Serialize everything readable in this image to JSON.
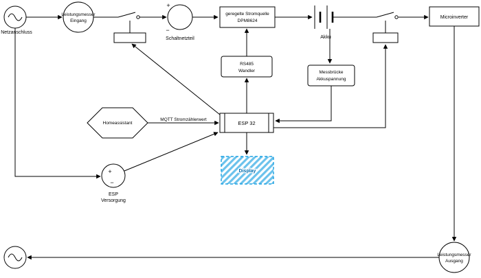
{
  "diagram": {
    "colors": {
      "line": "#000000",
      "node_fill": "#ffffff",
      "display_border": "#1ba1e2",
      "display_hatch": "#1ba1e2",
      "display_text": "#006EAF",
      "background": "#ffffff"
    },
    "nodes": {
      "netzanschluss": {
        "label": "Netzanschluss"
      },
      "leistungsmesser_eingang": {
        "line1": "Leistungsmesser",
        "line2": "Eingang"
      },
      "schaltnetzteil": {
        "label": "Schaltnetzteil",
        "plus": "+",
        "minus": "−"
      },
      "stromquelle": {
        "line1": "geregelte Stromquelle",
        "line2": "DPM8624"
      },
      "akku": {
        "label": "Akku"
      },
      "microinverter": {
        "label": "Microinverter"
      },
      "rs485": {
        "line1": "RS485",
        "line2": "Wandler"
      },
      "messbruecke": {
        "line1": "Messbrücke",
        "line2": "Akkuspannung"
      },
      "esp32": {
        "label": "ESP 32"
      },
      "homeassistant": {
        "label": "Homeassistant"
      },
      "display": {
        "label": "Display"
      },
      "esp_versorgung": {
        "line1": "ESP",
        "line2": "Versorgung",
        "plus": "+",
        "minus": "−"
      },
      "leistungsmesser_ausgang": {
        "line1": "Leistungsmesser",
        "line2": "Ausgang"
      }
    },
    "edges": {
      "mqtt": {
        "label": "MQTT Stromzählerwert"
      }
    }
  }
}
